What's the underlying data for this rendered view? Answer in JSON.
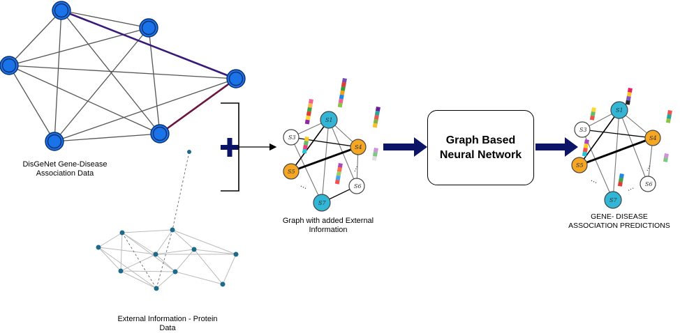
{
  "labels": {
    "disgenet_line1": "DisGeNet Gene-Disease",
    "disgenet_line2": "Association Data",
    "protein_line1": "External Information - Protein",
    "protein_line2": "Data",
    "graph_ext_line1": "Graph with added External",
    "graph_ext_line2": "Information",
    "gnn_line1": "Graph Based",
    "gnn_line2": "Neural Network",
    "pred_line1": "GENE- DISEASE",
    "pred_line2": "ASSOCIATION PREDICTIONS"
  },
  "node_labels": {
    "s1": "S1",
    "s3": "S3",
    "s4": "S4",
    "s5": "S5",
    "s6": "S6",
    "s7": "S7"
  },
  "ellipsis": "...",
  "colors": {
    "node_blue": "#1a73e8",
    "node_cyan": "#33b5d6",
    "node_orange": "#f5a623",
    "edge_purple": "#3a1a78",
    "edge_maroon": "#6b1640",
    "arrow_navy": "#0b1466"
  }
}
